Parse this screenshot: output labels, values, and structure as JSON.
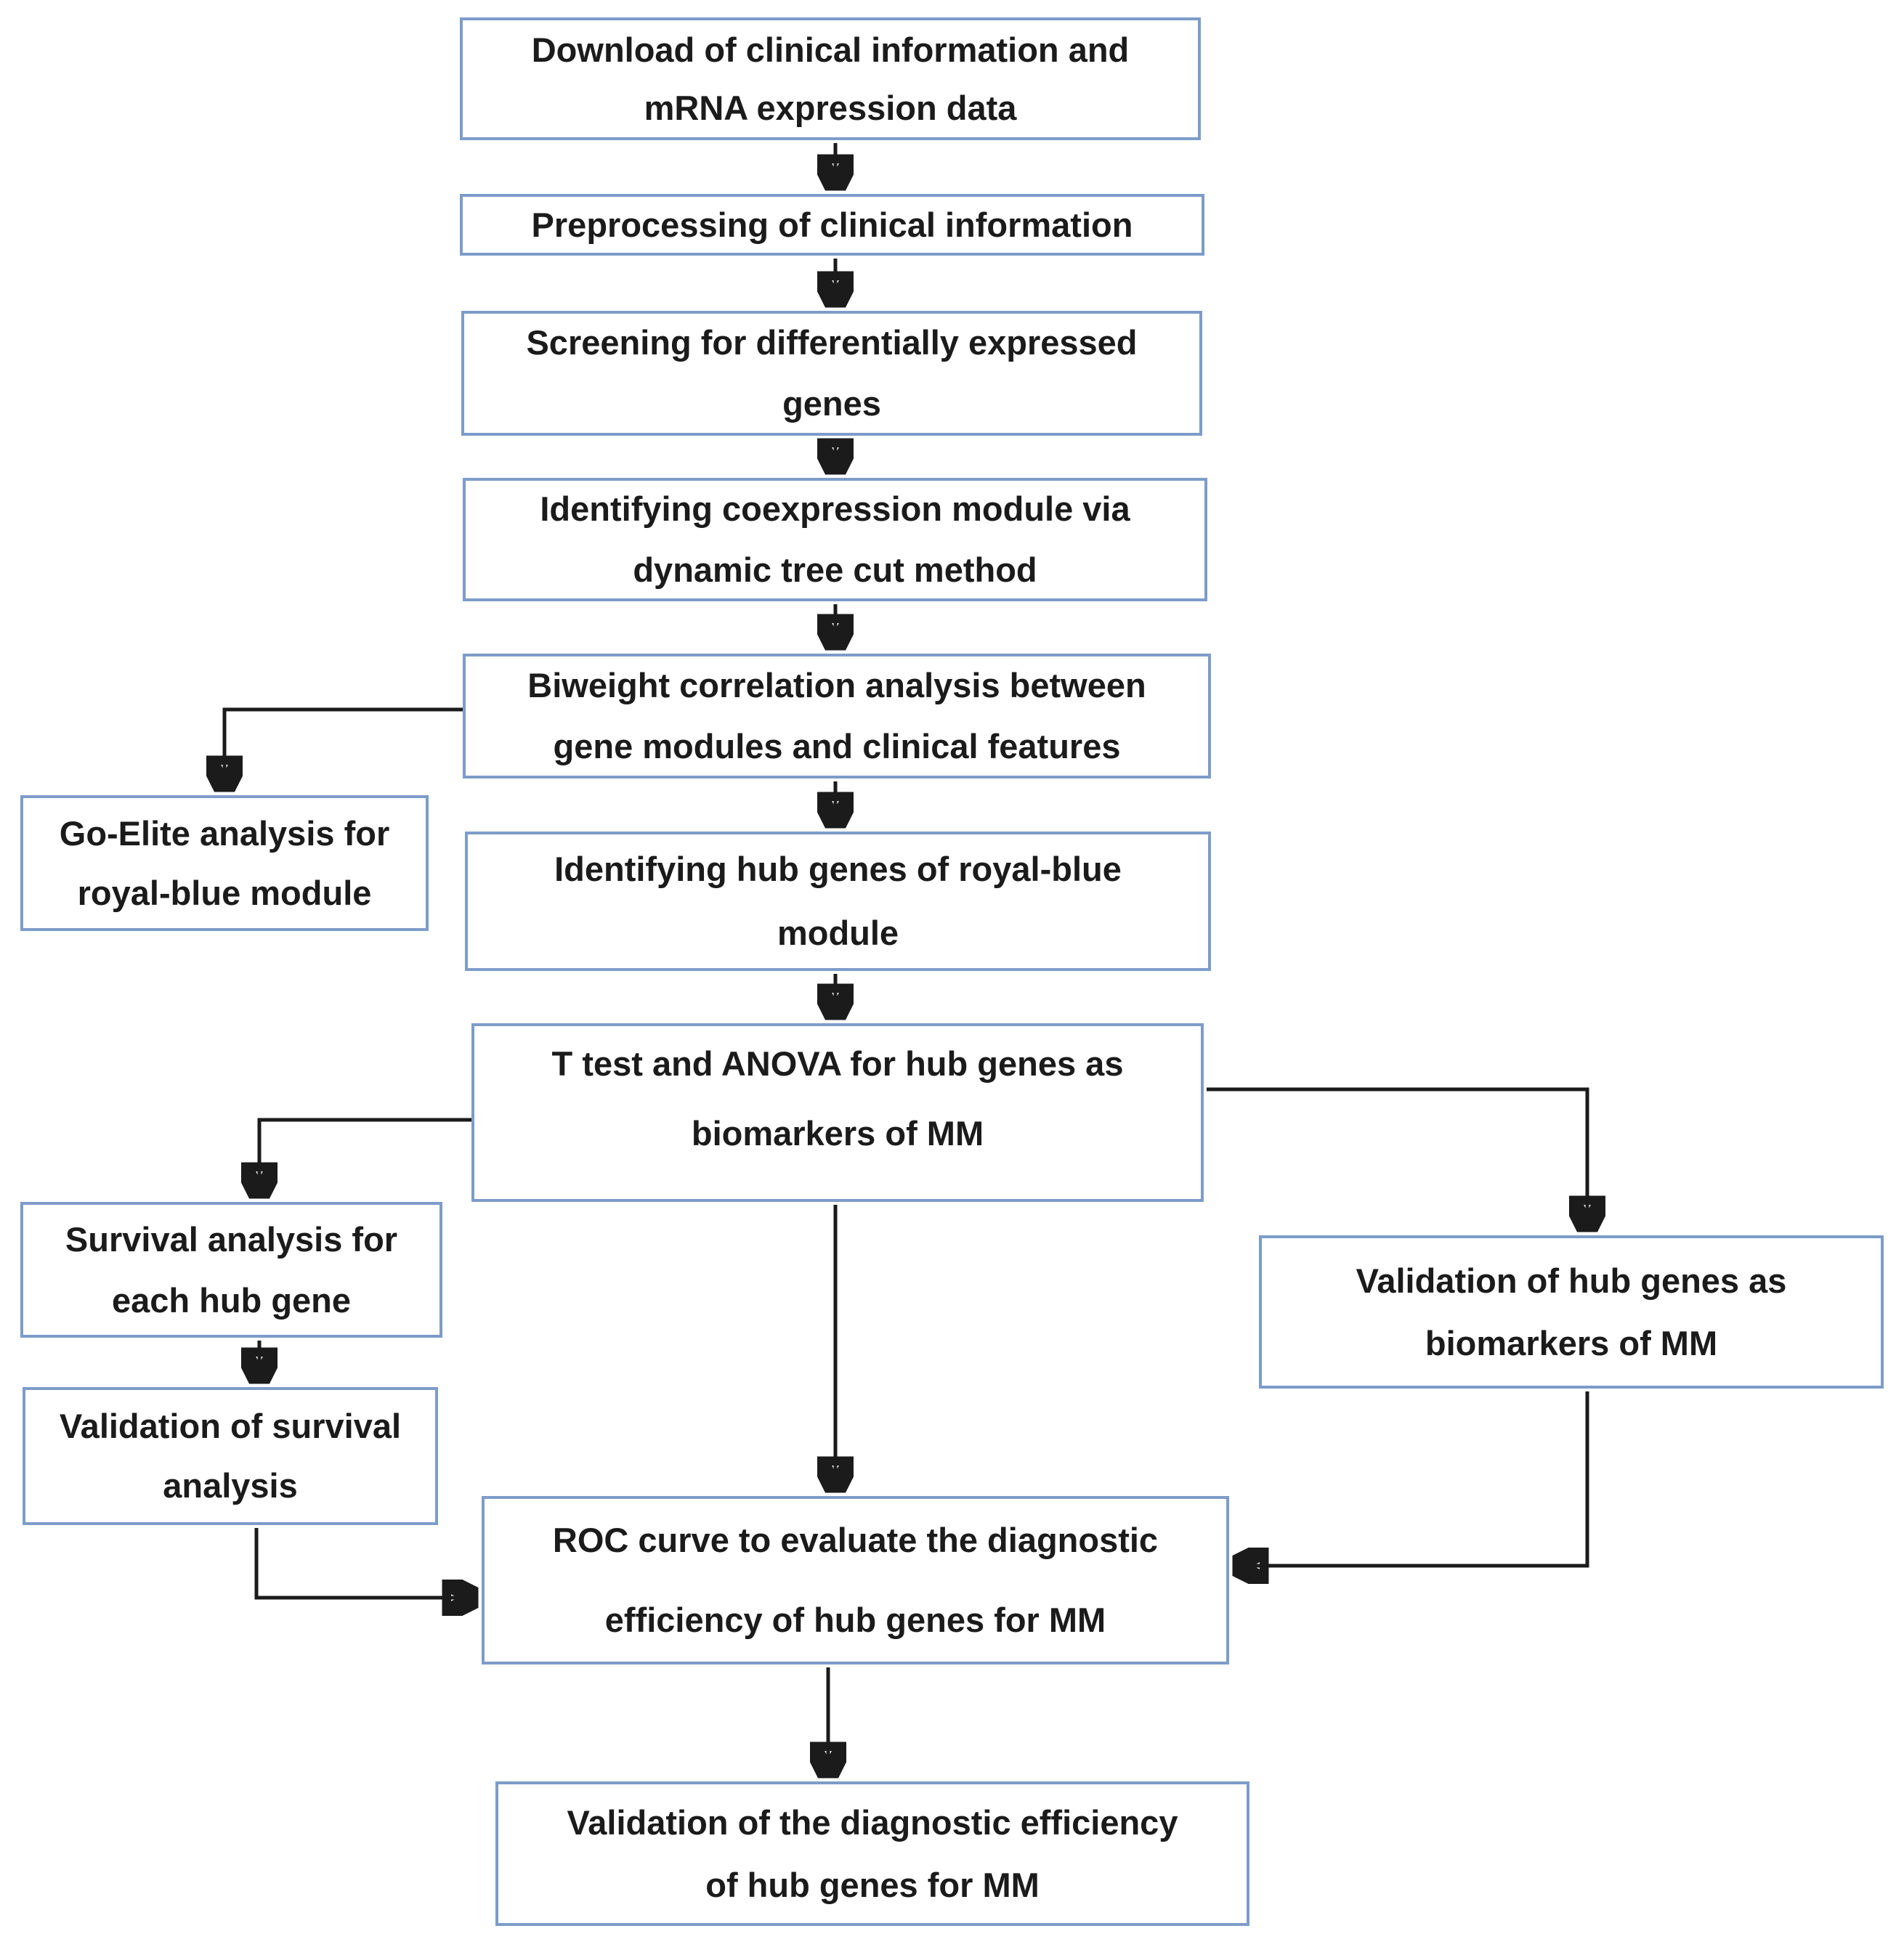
{
  "colors": {
    "background": "#ffffff",
    "box_border": "#7d9cc9",
    "connector": "#1b1b1b",
    "text": "#1b1b1b"
  },
  "nodes": {
    "download": {
      "line1": "Download of clinical information and",
      "line2": "mRNA expression data"
    },
    "preprocessing": {
      "line1": "Preprocessing of clinical information"
    },
    "screening": {
      "line1": "Screening for differentially expressed",
      "line2": "genes"
    },
    "coexpression": {
      "line1": "Identifying coexpression module via",
      "line2": "dynamic tree cut method"
    },
    "biweight": {
      "line1": "Biweight correlation analysis between",
      "line2": "gene modules and clinical features"
    },
    "goelite": {
      "line1": "Go-Elite analysis for",
      "line2": "royal-blue module"
    },
    "hubgenes": {
      "line1": "Identifying hub genes of royal-blue",
      "line2": "module"
    },
    "ttest": {
      "line1": "T test and ANOVA for hub genes as",
      "line2": "biomarkers of MM"
    },
    "survival": {
      "line1": "Survival analysis for",
      "line2": "each hub gene"
    },
    "valsurvival": {
      "line1": "Validation of survival",
      "line2": "analysis"
    },
    "valhub": {
      "line1": "Validation of hub genes as",
      "line2": "biomarkers of MM"
    },
    "roc": {
      "line1": "ROC curve to evaluate the diagnostic",
      "line2": "efficiency of hub genes for MM"
    },
    "valdiagnostic": {
      "line1": "Validation of the diagnostic efficiency",
      "line2": "of hub genes for MM"
    }
  },
  "edges": [
    {
      "from": "download",
      "to": "preprocessing"
    },
    {
      "from": "preprocessing",
      "to": "screening"
    },
    {
      "from": "screening",
      "to": "coexpression"
    },
    {
      "from": "coexpression",
      "to": "biweight"
    },
    {
      "from": "biweight",
      "to": "goelite"
    },
    {
      "from": "biweight",
      "to": "hubgenes"
    },
    {
      "from": "hubgenes",
      "to": "ttest"
    },
    {
      "from": "ttest",
      "to": "survival"
    },
    {
      "from": "ttest",
      "to": "valhub"
    },
    {
      "from": "ttest",
      "to": "roc"
    },
    {
      "from": "survival",
      "to": "valsurvival"
    },
    {
      "from": "valsurvival",
      "to": "roc"
    },
    {
      "from": "valhub",
      "to": "roc"
    },
    {
      "from": "roc",
      "to": "valdiagnostic"
    }
  ]
}
